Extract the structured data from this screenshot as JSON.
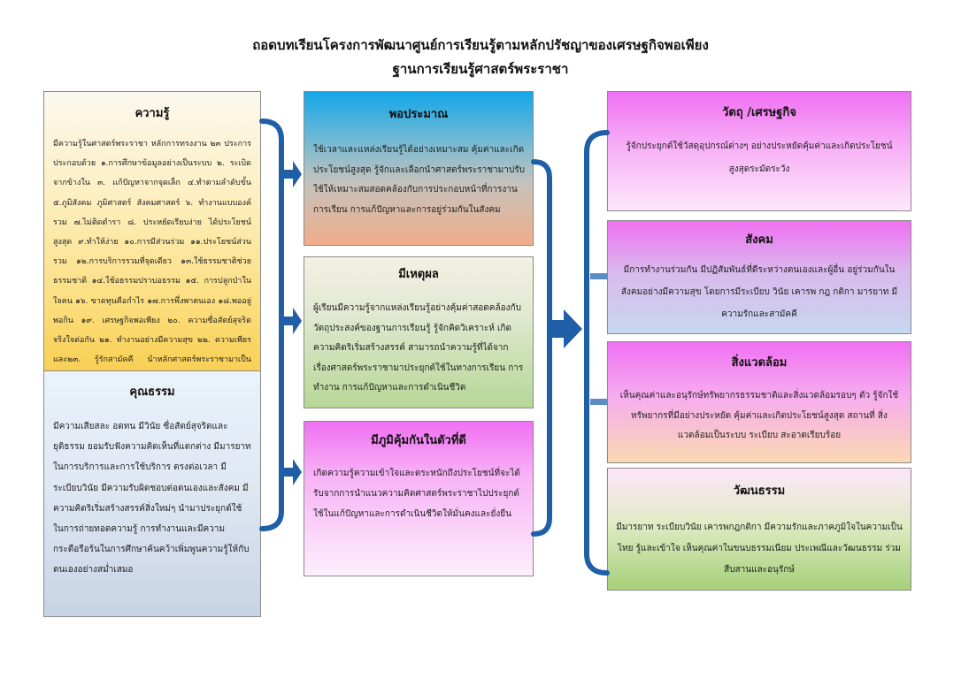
{
  "title": {
    "line1": "ถอดบทเรียนโครงการพัฒนาศูนย์การเรียนรู้ตามหลักปรัชญาของเศรษฐกิจพอเพียง",
    "line2": "ฐานการเรียนรู้ศาสตร์พระราชา"
  },
  "knowledge": {
    "heading": "ความรู้",
    "body": "มีความรู้ในศาสตร์พระราชา หลักการทรงงาน ๒๓ ประการ ประกอบด้วย ๑.การศึกษาข้อมูลอย่างเป็นระบบ ๒. ระเบิดจากข้างใน ๓. แก้ปัญหาจากจุดเล็ก ๔.ทำตามลำดับขั้น ๕.ภูมิสังคม ภูมิศาสตร์ สังคมศาสตร์ ๖. ทำงานแบบองค์รวม ๗.ไม่ติดตำรา ๘. ประหยัดเรียบง่าย ได้ประโยชน์สูงสุด ๙.ทำให้ง่าย ๑๐.การมีส่วนร่วม ๑๑.ประโยชน์ส่วนรวม ๑๒.การบริการรวมที่จุดเดียว ๑๓.ใช้ธรรมชาติช่วยธรรมชาติ ๑๔.ใช้อธรรมปราบอธรรม ๑๕. การปลูกป่าในใจคน ๑๖. ขาดทุนคือกำไร ๑๗.การพึ่งพาตนเอง ๑๘.พออยู่พอกิน ๑๙. เศรษฐกิจพอเพียง ๒๐. ความซื่อสัตย์สุจริต จริงใจต่อกัน ๒๑. ทำงานอย่างมีความสุข ๒๒. ความเพียร และ๒๓. รู้รักสามัคคี นำหลักศาสตร์พระราชามาเป็นแนวทางในการดำเนินชีวิตสู่ความมั่นคงและยั่งยืน"
  },
  "morality": {
    "heading": "คุณธรรม",
    "body": "มีความเสียสละ อดทน มีวินัย ซื่อสัตย์สุจริตและยุติธรรม ยอมรับฟังความคิดเห็นที่แตกต่าง มีมารยาทในการบริการและการใช้บริการ ตรงต่อเวลา มีระเบียบวินัย มีความรับผิดชอบต่อตนเองและสังคม มีความคิดริเริ่มสร้างสรรค์สิ่งใหม่ๆ นำมาประยุกต์ใช้ในการถ่ายทอดความรู้ การทำงานและมีความกระตือรือร้นในการศึกษาค้นคว้าเพิ่มพูนความรู้ให้กับตนเองอย่างสม่ำเสมอ"
  },
  "moderation": {
    "heading": "พอประมาณ",
    "body": "ใช้เวลาและแหล่งเรียนรู้ได้อย่างเหมาะสม คุ้มค่าและเกิดประโยชน์สูงสุด รู้จักและเลือกนำศาสตร์พระราชามาปรับใช้ให้เหมาะสมสอดคล้องกับการประกอบหน้าที่การงาน การเรียน การแก้ปัญหาและการอยู่ร่วมกันในสังคม"
  },
  "reasonableness": {
    "heading": "มีเหตุผล",
    "body": "ผู้เรียนมีความรู้จากแหล่งเรียนรู้อย่างคุ้มค่าสอดคล้องกับวัตถุประสงค์ของฐานการเรียนรู้ รู้จักคิดวิเคราะห์ เกิดความคิดริเริ่มสร้างสรรค์ สามารถนำความรู้ที่ได้จากเรื่องศาสตร์พระราชามาประยุกต์ใช้ในทางการเรียน การทำงาน การแก้ปัญหาและการดำเนินชีวิต"
  },
  "immunity": {
    "heading": "มีภูมิคุ้มกันในตัวที่ดี",
    "body": "เกิดความรู้ความเข้าใจและตระหนักถึงประโยชน์ที่จะได้รับจากการนำแนวความคิดศาสตร์พระราชาไปประยุกต์ใช้ในแก้ปัญหาและการดำเนินชีวิตให้มั่นคงและยั่งยืน"
  },
  "material": {
    "heading": "วัตถุ /เศรษฐกิจ",
    "body": "รู้จักประยุกต์ใช้วัสดุอุปกรณ์ต่างๆ อย่างประหยัดคุ้มค่าและเกิดประโยชน์สูงสุดระมัดระวัง"
  },
  "society": {
    "heading": "สังคม",
    "body": "มีการทำงานร่วมกัน มีปฏิสัมพันธ์ที่ดีระหว่างตนเองและผู้อื่น อยู่ร่วมกันในสังคมอย่างมีความสุข โดยการมีระเบียบ วินัย เคารพ กฎ กติกา มารยาท มีความรักและสามัคคี"
  },
  "environment": {
    "heading": "สิ่งแวดล้อม",
    "body": "เห็นคุณค่าและอนุรักษ์ทรัพยากรธรรมชาติและสิ่งแวดล้อมรอบๆ ตัว รู้จักใช้ทรัพยากรที่มีอย่างประหยัด คุ้มค่าและเกิดประโยชน์สูงสุด สถานที่ สิ่งแวดล้อมเป็นระบบ ระเบียบ สะอาดเรียบร้อย"
  },
  "culture": {
    "heading": "วัฒนธรรม",
    "body": "มีมารยาท ระเบียบวินัย เคารพกฎกติกา มีความรักและภาคภูมิใจในความเป็นไทย รู้และเข้าใจ เห็นคุณค่าในขนบธรรมเนียม ประเพณีและวัฒนธรรม ร่วมสืบสานและอนุรักษ์"
  },
  "colors": {
    "connector": "#1f5fa8",
    "connector_light": "#5b8cc6"
  }
}
